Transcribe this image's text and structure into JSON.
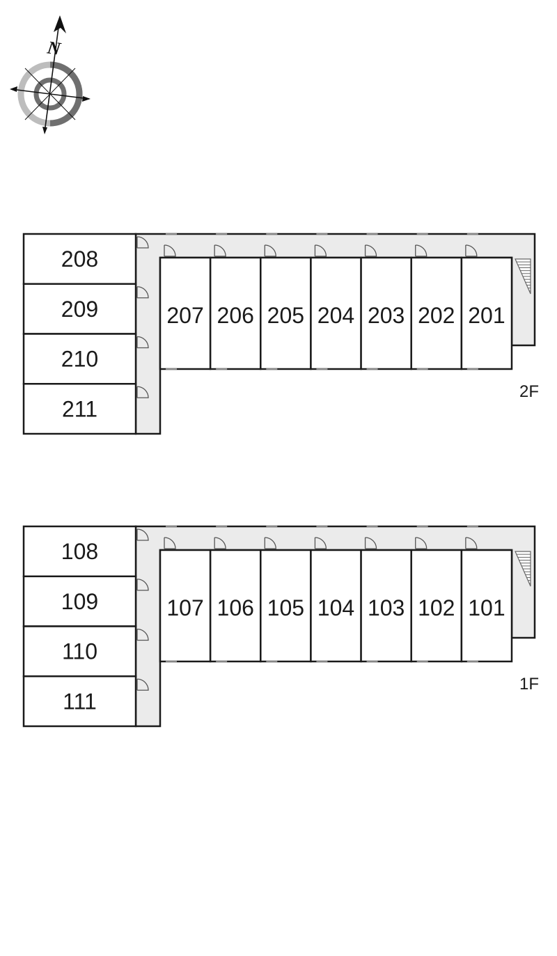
{
  "compass": {
    "north_letter": "N",
    "icon": "compass-rose-icon"
  },
  "floors": [
    {
      "id": "2f",
      "label": "2F",
      "side_rooms": [
        "208",
        "209",
        "210",
        "211"
      ],
      "row_rooms": [
        "207",
        "206",
        "205",
        "204",
        "203",
        "202",
        "201"
      ],
      "has_stairs": true
    },
    {
      "id": "1f",
      "label": "1F",
      "side_rooms": [
        "108",
        "109",
        "110",
        "111"
      ],
      "row_rooms": [
        "107",
        "106",
        "105",
        "104",
        "103",
        "102",
        "101"
      ],
      "has_stairs": true
    }
  ],
  "colors": {
    "wall": "#1a1a1a",
    "corridor": "#ebebeb",
    "room": "#ffffff",
    "door": "#555555"
  }
}
